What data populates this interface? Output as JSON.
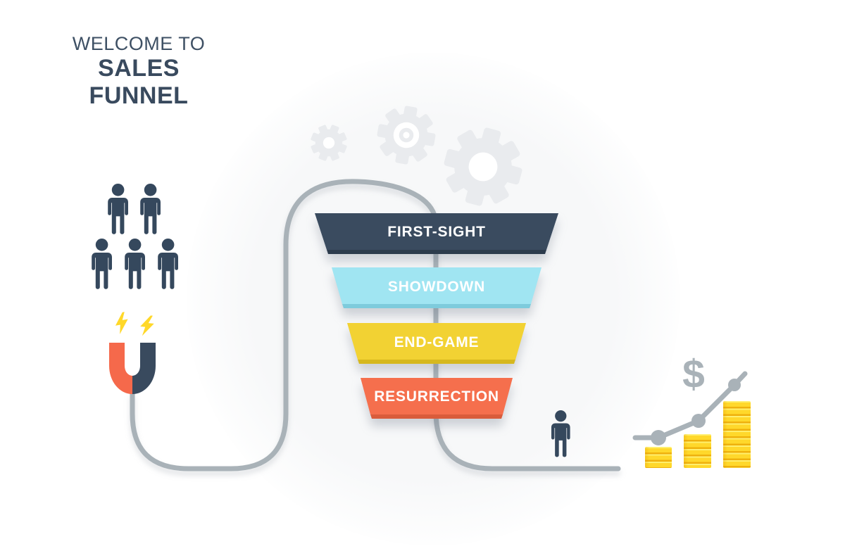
{
  "title": {
    "line1": "WELCOME TO",
    "line2": "SALES FUNNEL"
  },
  "funnel": {
    "stages": [
      {
        "label": "FIRST-SIGHT",
        "fill": "#3a4b5f",
        "edge": "#2d3c4d"
      },
      {
        "label": "SHOWDOWN",
        "fill": "#a0e5f2",
        "edge": "#7ecbdc"
      },
      {
        "label": "END-GAME",
        "fill": "#f2d233",
        "edge": "#d6b81e"
      },
      {
        "label": "RESURRECTION",
        "fill": "#f56f4d",
        "edge": "#d95c3b"
      }
    ]
  },
  "left_side": {
    "audience_count": 5,
    "magnet_colors": {
      "left": "#f5694b",
      "right": "#394a5e"
    },
    "bolt_color": "#ffd829"
  },
  "chart": {
    "dollar_sign": "$",
    "coin_stack_count": 3,
    "trend": "up"
  },
  "colors": {
    "path_gray": "#a9b2b8",
    "gear_gray": "#e9ebee",
    "person_navy": "#35485d",
    "title_slate": "#3b4d60",
    "coin_yellow": "#ffd82b"
  }
}
